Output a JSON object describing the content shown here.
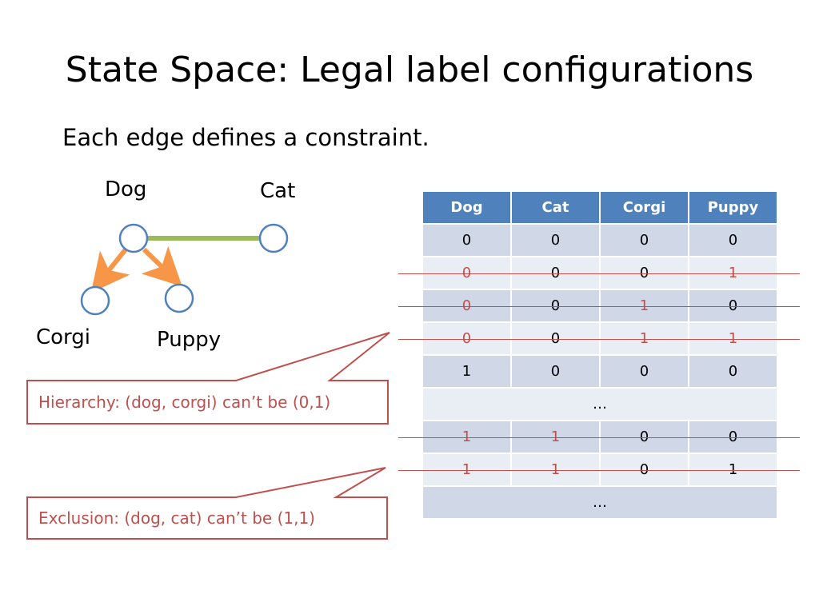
{
  "title": "State Space: Legal label configurations",
  "subtitle": "Each edge defines a constraint.",
  "graph": {
    "nodes": {
      "dog": "Dog",
      "cat": "Cat",
      "corgi": "Corgi",
      "puppy": "Puppy"
    },
    "colors": {
      "node_stroke": "#4f81bd",
      "exclusion_edge": "#9bbb59",
      "hierarchy_edge": "#f79646"
    }
  },
  "callouts": {
    "hierarchy": "Hierarchy: (dog, corgi) can’t be (0,1)",
    "exclusion": "Exclusion: (dog, cat) can’t be (1,1)",
    "color": "#c0504d"
  },
  "table": {
    "headers": [
      "Dog",
      "Cat",
      "Corgi",
      "Puppy"
    ],
    "rows": [
      {
        "cells": [
          "0",
          "0",
          "0",
          "0"
        ],
        "struck": false,
        "red": [
          false,
          false,
          false,
          false
        ]
      },
      {
        "cells": [
          "0",
          "0",
          "0",
          "1"
        ],
        "struck": true,
        "red": [
          true,
          false,
          false,
          true
        ]
      },
      {
        "cells": [
          "0",
          "0",
          "1",
          "0"
        ],
        "struck": true,
        "red": [
          true,
          false,
          true,
          false
        ]
      },
      {
        "cells": [
          "0",
          "0",
          "1",
          "1"
        ],
        "struck": true,
        "red": [
          true,
          false,
          true,
          true
        ]
      },
      {
        "cells": [
          "1",
          "0",
          "0",
          "0"
        ],
        "struck": false,
        "red": [
          false,
          false,
          false,
          false
        ]
      },
      {
        "ellipsis": "…"
      },
      {
        "cells": [
          "1",
          "1",
          "0",
          "0"
        ],
        "struck": true,
        "red": [
          true,
          true,
          false,
          false
        ]
      },
      {
        "cells": [
          "1",
          "1",
          "0",
          "1"
        ],
        "struck": true,
        "red": [
          true,
          true,
          false,
          false
        ]
      },
      {
        "ellipsis": "…"
      }
    ],
    "colors": {
      "header": "#4f81bd",
      "row_odd": "#d0d8e8",
      "row_even": "#e9edf4"
    }
  }
}
